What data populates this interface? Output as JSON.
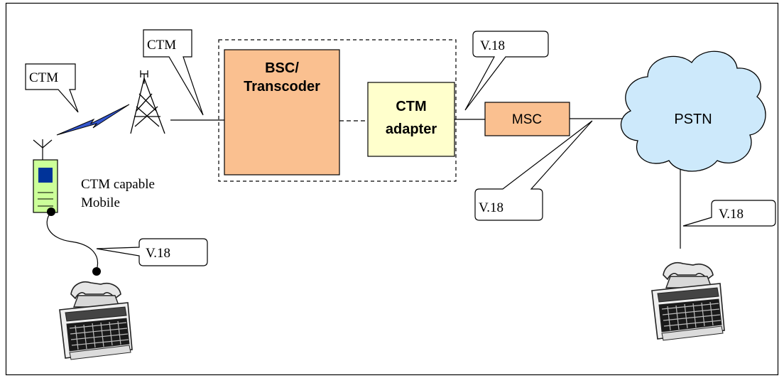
{
  "callouts": {
    "ctm_radio": "CTM",
    "ctm_link": "CTM",
    "v18_adapter_msc": "V.18",
    "v18_msc_pstn": "V.18",
    "v18_pstn_phone": "V.18",
    "v18_mobile_phone": "V.18"
  },
  "nodes": {
    "bsc_line1": "BSC/",
    "bsc_line2": "Transcoder",
    "ctm_adapter_line1": "CTM",
    "ctm_adapter_line2": "adapter",
    "msc": "MSC",
    "pstn": "PSTN"
  },
  "mobile_label": {
    "line1": "CTM capable",
    "line2": "Mobile"
  },
  "colors": {
    "bsc_fill": "#fac090",
    "ctm_adapter_fill": "#ffffcc",
    "msc_fill": "#fac090",
    "pstn_fill": "#cde9fb",
    "mobile_fill": "#ccff99",
    "mobile_screen": "#003399",
    "lightning": "#3355cc"
  },
  "icons": {
    "antenna_tower": "radio-tower-icon",
    "radio_link": "lightning-icon",
    "mobile": "mobile-phone-icon",
    "textphone": "teletypewriter-icon"
  }
}
